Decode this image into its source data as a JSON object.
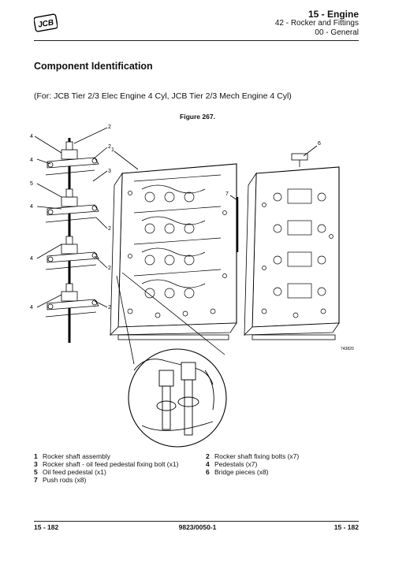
{
  "header": {
    "logo_text": "JCB",
    "title": "15 - Engine",
    "subtitle1": "42 - Rocker and Fittings",
    "subtitle2": "00 - General"
  },
  "section_title": "Component Identification",
  "applicability": "(For: JCB Tier 2/3 Elec Engine 4 Cyl, JCB Tier 2/3 Mech Engine 4 Cyl)",
  "figure": {
    "caption": "Figure 267.",
    "image_ref": "743820",
    "callouts": [
      "1",
      "2",
      "3",
      "4",
      "5",
      "6",
      "7"
    ]
  },
  "legend": {
    "left": [
      {
        "num": "1",
        "text": "Rocker shaft assembly"
      },
      {
        "num": "3",
        "text": "Rocker shaft - oil feed pedestal fixing bolt (x1)"
      },
      {
        "num": "5",
        "text": "Oil feed pedestal (x1)"
      },
      {
        "num": "7",
        "text": "Push rods (x8)"
      }
    ],
    "right": [
      {
        "num": "2",
        "text": "Rocker shaft fixing bolts (x7)"
      },
      {
        "num": "4",
        "text": "Pedestals (x7)"
      },
      {
        "num": "6",
        "text": "Bridge pieces (x8)"
      }
    ]
  },
  "footer": {
    "left": "15 - 182",
    "center": "9823/0050-1",
    "right": "15 - 182"
  }
}
